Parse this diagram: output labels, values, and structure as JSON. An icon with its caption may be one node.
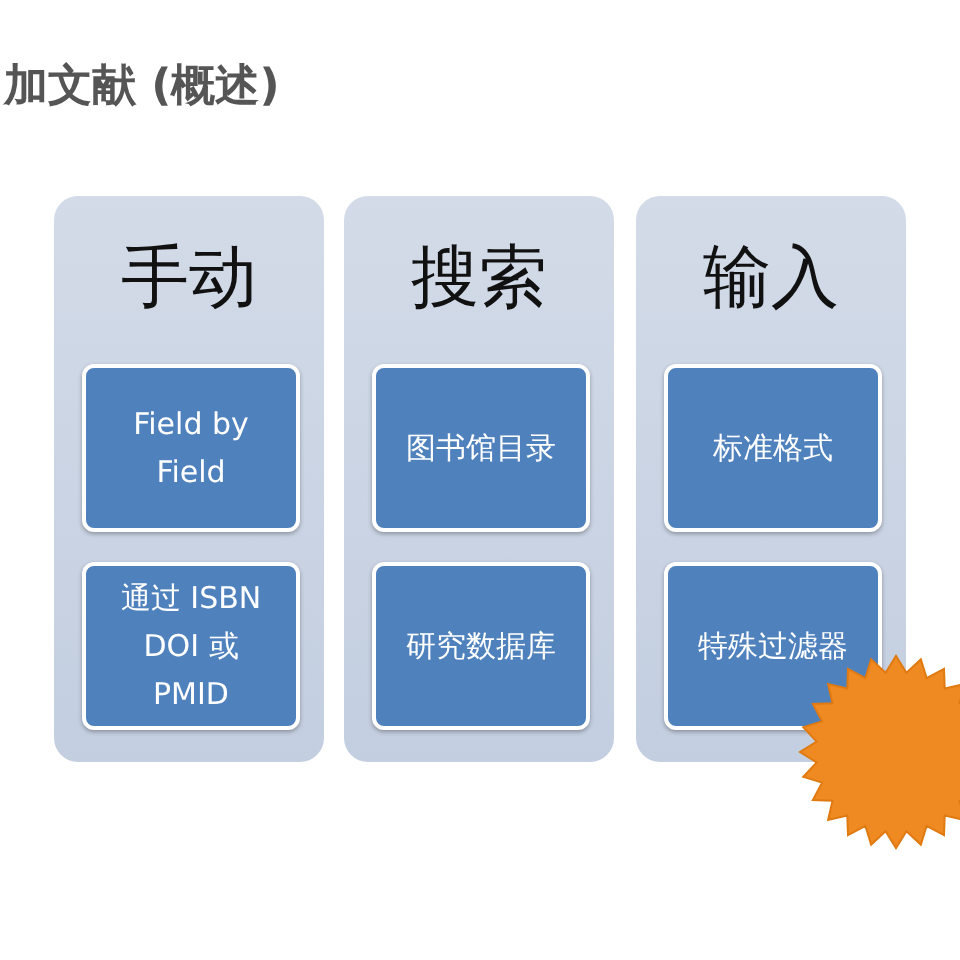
{
  "diagram": {
    "title": "加文献 (概述)",
    "nodes": [
      {
        "text": [
          "手动"
        ]
      },
      {
        "text": [
          "Field by Field"
        ],
        "in": 0
      },
      {
        "text": [
          "通过 ISBN DOI 或 PMID"
        ],
        "in": 0
      },
      {
        "text": [
          "搜索"
        ]
      },
      {
        "text": [
          "图书馆目录"
        ],
        "in": 3
      },
      {
        "text": [
          "研究数据库"
        ],
        "in": 3
      },
      {
        "text": [
          "输入"
        ]
      },
      {
        "text": [
          "标准格式"
        ],
        "in": 6
      },
      {
        "text": [
          "特殊过滤器"
        ],
        "in": 6
      },
      {
        "text": [],
        "shape": "star"
      }
    ]
  }
}
